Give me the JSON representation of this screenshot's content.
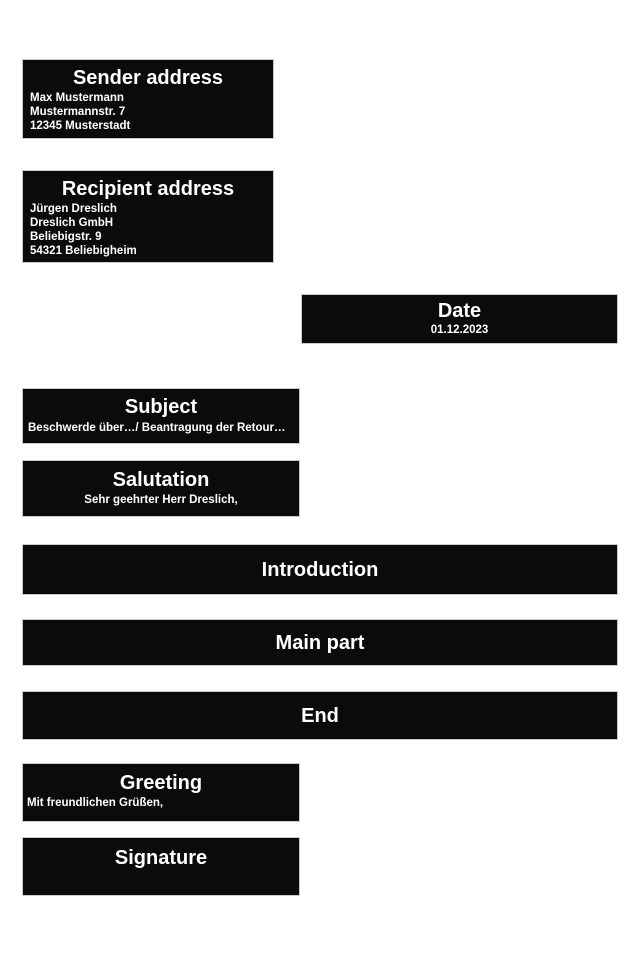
{
  "page": {
    "background_color": "#ffffff"
  },
  "diagram": {
    "box_background_color": "#0b0b0b",
    "box_border_color": "#c9c9c9",
    "box_text_color": "#ffffff",
    "sections": {
      "sender": {
        "title": "Sender address",
        "lines": [
          "Max Mustermann",
          "Mustermannstr. 7",
          "12345 Musterstadt"
        ]
      },
      "recipient": {
        "title": "Recipient address",
        "lines": [
          "Jürgen Dreslich",
          "Dreslich GmbH",
          "Beliebigstr. 9",
          "54321 Beliebigheim"
        ]
      },
      "date": {
        "title": "Date",
        "value": "01.12.2023"
      },
      "subject": {
        "title": "Subject",
        "value": "Beschwerde über…/ Beantragung der Retour…"
      },
      "salutation": {
        "title": "Salutation",
        "value": "Sehr geehrter Herr Dreslich,"
      },
      "introduction": {
        "title": "Introduction"
      },
      "main_part": {
        "title": "Main part"
      },
      "end": {
        "title": "End"
      },
      "greeting": {
        "title": "Greeting",
        "value": "Mit freundlichen Grüßen,"
      },
      "signature": {
        "title": "Signature"
      }
    }
  }
}
